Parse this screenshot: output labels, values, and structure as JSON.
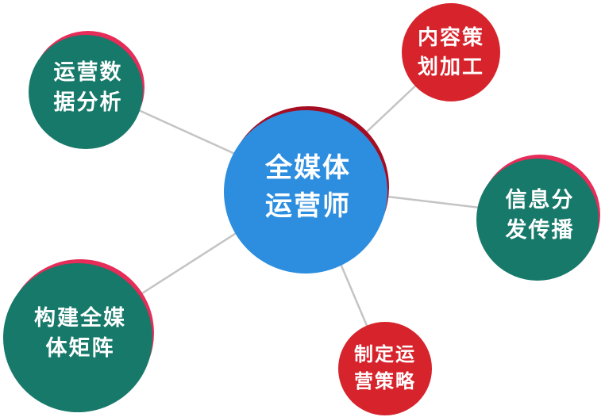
{
  "diagram": {
    "type": "radial-mindmap",
    "background_color": "#ffffff",
    "connector_color": "#c4c4c4",
    "center": {
      "label_line1": "全媒体",
      "label_line2": "运营师",
      "fill_color": "#a50d23",
      "ring_color": "#2d8edf",
      "text_color": "#ffffff"
    },
    "satellites": [
      {
        "id": "operations-data-analysis",
        "label_line1": "运营数",
        "label_line2": "据分析",
        "fill_color": "#e62c58",
        "ring_color": "#17796a",
        "text_color": "#ffffff"
      },
      {
        "id": "content-planning-processing",
        "label_line1": "内容策",
        "label_line2": "划加工",
        "fill_color": "#d7232b",
        "ring_color": null,
        "text_color": "#ffffff"
      },
      {
        "id": "information-distribution",
        "label_line1": "信息分",
        "label_line2": "发传播",
        "fill_color": "#e62c58",
        "ring_color": "#17796a",
        "text_color": "#ffffff"
      },
      {
        "id": "operation-strategy",
        "label_line1": "制定运",
        "label_line2": "营策略",
        "fill_color": "#d7232b",
        "ring_color": null,
        "text_color": "#ffffff"
      },
      {
        "id": "media-matrix-building",
        "label_line1": "构建全媒",
        "label_line2": "体矩阵",
        "fill_color": "#e62c58",
        "ring_color": "#17796a",
        "text_color": "#ffffff"
      }
    ]
  }
}
